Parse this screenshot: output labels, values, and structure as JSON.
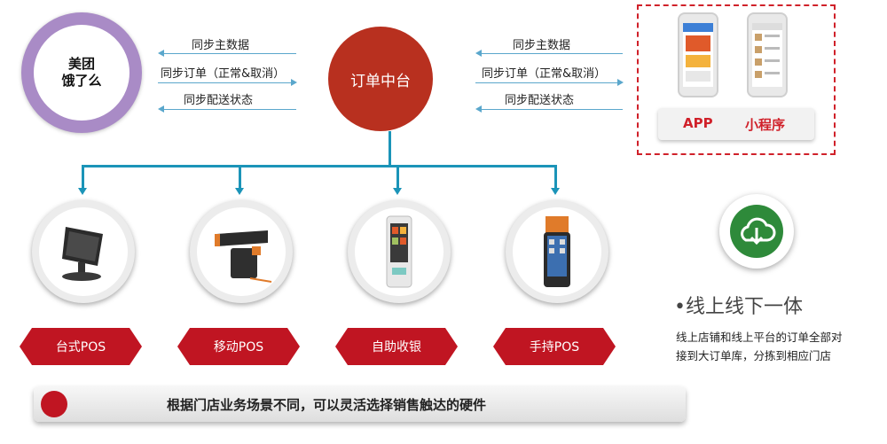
{
  "partner": {
    "line1": "美团",
    "line2": "饿了么"
  },
  "hub": {
    "label": "订单中台"
  },
  "sync_left": [
    "同步主数据",
    "同步订单（正常&取消）",
    "同步配送状态"
  ],
  "sync_right": [
    "同步主数据",
    "同步订单（正常&取消）",
    "同步配送状态"
  ],
  "channels": {
    "app": "APP",
    "mini": "小程序"
  },
  "devices": [
    {
      "label": "台式POS",
      "icon": "desktop-pos-icon"
    },
    {
      "label": "移动POS",
      "icon": "mobile-pos-icon"
    },
    {
      "label": "自助收银",
      "icon": "self-checkout-icon"
    },
    {
      "label": "手持POS",
      "icon": "handheld-pos-icon"
    }
  ],
  "side_note": {
    "title": "•线上线下一体",
    "desc_line1": "线上店铺和线上平台的订单全部对",
    "desc_line2": "接到大订单库，分拣到相应门店",
    "icon": "cloud-download-icon"
  },
  "banner": {
    "text": "根据门店业务场景不同，可以灵活选择销售触达的硬件"
  },
  "colors": {
    "hub": "#b8301f",
    "ring": "#a98bc6",
    "connector": "#1b94b8",
    "label_red": "#c01522",
    "cloud": "#2e8a3a"
  }
}
